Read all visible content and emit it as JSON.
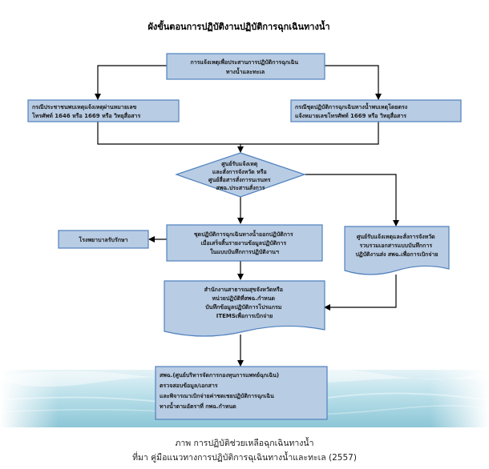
{
  "title": "ผังขั้นตอนการปฏิบัติงานปฏิบัติการฉุกเฉินทางน้ำ",
  "nodes": {
    "report": [
      "การแจ้งเหตุเพื่อประสานการปฏิบัติการฉุกเฉิน",
      "ทางน้ำและทะเล"
    ],
    "public_report": [
      "กรณีประชาชนพบเหตุแจ้งเหตุผ่านหมายเลข",
      "โทรศัพท์ 1646 หรือ 1669 หรือ วิทยุสื่อสาร"
    ],
    "team_report": [
      "กรณีชุดปฏิบัติการฉุกเฉินทางน้ำพบเหตุโดยตรง",
      "แจ้งหมายเลขโทรศัพท์ 1669 หรือ วิทยุสื่อสาร"
    ],
    "dispatch_center": [
      "ศูนย์รับแจ้งเหตุ",
      "และสั่งการจังหวัด หรือ",
      "ศูนย์สื่อสารสั่งการนเรนทร",
      "สพฉ.ประสานสั่งการ"
    ],
    "team_operation": [
      "ชุดปฏิบัติการฉุกเฉินทางน้ำออกปฏิบัติการ",
      "เมื่อเสร็จสิ้นรายงานข้อมูลปฏิบัติการ",
      "ในแบบบันทึกการปฏิบัติงานฯ"
    ],
    "hospital": [
      "โรงพยาบาลรับรักษา"
    ],
    "document_collect": [
      "ศูนย์รับแจ้งเหตุและสั่งการจังหวัด",
      "รวบรวมเอกสารแบบบันทึกการ",
      "ปฏิบัติงานส่ง สพฉ.เพื่อการเบิกจ่าย"
    ],
    "health_office": [
      "สำนักงานสาธารณสุขจังหวัดหรือ",
      "หน่วยปฏิบัติที่สพฉ.กำหนด",
      "บันทึกข้อมูลปฏิบัติการโปรแกรม",
      "ITEMSเพื่อการเบิกจ่าย"
    ],
    "niems_fund": [
      "สพฉ.(ศูนย์บริหารจัดการกองทุนการแพทย์ฉุกเฉิน)",
      "ตรวจสอบข้อมูล/เอกสาร",
      "และพิจารณาเบิกจ่ายค่าชดเชยปฏิบัติการฉุกเฉิน",
      "ทางน้ำตามอัตราที่ กพฉ.กำหนด"
    ]
  },
  "caption": {
    "line1": "ภาพ การปฏิบัติช่วยเหลือฉุกเฉินทางน้ำ",
    "line2": "ที่มา คู่มือแนวทางการปฏิบัติการฉุเฉินทางน้ำและทะเล (2557)"
  },
  "colors": {
    "box_fill": "#b8cce4",
    "box_stroke": "#4f81bd",
    "arrow": "#000000",
    "water_top": "#cfe8f0",
    "water_bottom": "#8fc8d8"
  }
}
